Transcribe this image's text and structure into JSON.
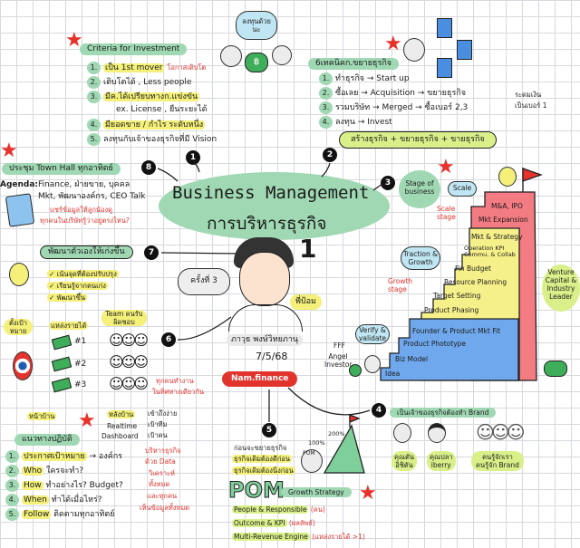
{
  "title": {
    "en": "Business Management",
    "th": "การบริหารธุรกิจ",
    "episode_big": "1"
  },
  "speaker": {
    "bubble": "ครั้งที่ 3",
    "nickname": "พี่ป้อม",
    "name": "ภาวุธ พงษ์วิทยภานุ",
    "date": "7/5/68",
    "brand": "Nam.finance"
  },
  "invest_bubble": "ลงทุนด้วยนะ",
  "criteria": {
    "title": "Criteria for Investment",
    "items": [
      {
        "n": "1.",
        "text": "เป็น 1st mover",
        "note": "โอกาสเติบโต"
      },
      {
        "n": "2.",
        "text": "เติบโตได้ , Less people"
      },
      {
        "n": "3.",
        "text": "มีค.ได้เปรียบทางก.แข่งขัน",
        "sub": "ex. License , ยืนระยะได้"
      },
      {
        "n": "4.",
        "text": "มียอดขาย / กำไร ระดับหนึ่ง"
      },
      {
        "n": "5.",
        "text": "ลงทุนกับเจ้าของธุรกิจที่มี Vision"
      }
    ]
  },
  "expand": {
    "title": "6เทคนิคก.ขยายธุรกิจ",
    "items": [
      {
        "n": "1.",
        "text": "ทำธุรกิจ → Start up"
      },
      {
        "n": "2.",
        "text": "ซื้อเลย → Acquisition → ขยายธุรกิจ"
      },
      {
        "n": "3.",
        "text": "รวมบริษัท → Merged → ซื้อเบอร์ 2,3"
      },
      {
        "n": "4.",
        "text": "ลงทุน → Invest"
      }
    ],
    "side": [
      "ระดมเงิน",
      "เป็นเบอร์ 1"
    ],
    "summary": "สร้างธุรกิจ + ขยายธุรกิจ + ขายธุรกิจ"
  },
  "townhall": {
    "title": "ประชุม Town Hall ทุกอาทิตย์",
    "agenda_label": "Agenda:",
    "agenda": [
      "Finance, ฝ่ายขาย, บุคคล",
      "Mkt, พัฒนาองค์กร, CEO Talk"
    ],
    "red": [
      "แชร์ข้อมูลให้ลูกน้องดู",
      "ทุกคนในบริษัทรู้ว่าอยู่ตรงไหน?"
    ]
  },
  "develop": {
    "title": "พัฒนาตัวเองให้เก่งขึ้น",
    "items": [
      "✓ เน้นจุดที่ต้องปรับปรุง",
      "✓ เรียนรู้จากคนเก่ง",
      "✓ พัฒนาขึ้น"
    ]
  },
  "stages": {
    "title": "Stage of business",
    "scale": "Scale",
    "scale_stage": "Scale stage",
    "traction": "Traction & Growth",
    "growth_stage": "Growth stage",
    "verify": "Verify & validate",
    "fff": "FFF",
    "angel": "Angel Investor",
    "vc": "Venture Capital & Industry Leader",
    "blue": [
      "Founder & Product Mkt Fit",
      "Product Phototype",
      "Biz Model",
      "Idea"
    ],
    "yellow": [
      "Mkt & Strategy",
      "Operation KPI Commu. & Collab",
      "Fin Budget",
      "Resource Planning",
      "Target Setting",
      "Product Phasing"
    ],
    "red": [
      "M&A, IPO",
      "Mkt Expansion"
    ]
  },
  "goals": {
    "target": "ตั้งเป้าหมาย",
    "revenue": "แหล่งรายได้",
    "team": "Team คนรับผิดชอบ",
    "rows": [
      "#1",
      "#2",
      "#3"
    ],
    "red": [
      "ทุกคนทำงาน",
      "ในทิศทางเดียวกัน"
    ],
    "front": "หน้าบ้าน",
    "back": "หลังบ้าน",
    "dashboard": [
      "Realtime",
      "Dashboard"
    ],
    "access": [
      "เข้าถึงง่าย",
      "เป้าทีม",
      "เป้าคน"
    ]
  },
  "practice": {
    "title": "แนวทางปฏิบัติ",
    "items": [
      {
        "n": "1.",
        "key": "ประกาศเป้าหมาย",
        "rest": "→ องค์กร"
      },
      {
        "n": "2.",
        "key": "Who",
        "rest": "ใครจะทำ?"
      },
      {
        "n": "3.",
        "key": "How",
        "rest": "ทำอย่างไร? Budget?"
      },
      {
        "n": "4.",
        "key": "When",
        "rest": "ทำได้เมื่อไหร่?"
      },
      {
        "n": "5.",
        "key": "Follow",
        "rest": "ติดตามทุกอาทิตย์"
      }
    ],
    "red": [
      "บริหารธุรกิจ",
      "ด้วย Data",
      "วิเคราะห์",
      "ทั้งหมด",
      "และทุกคน",
      "เห็นข้อมูลทั้งหมด"
    ]
  },
  "pom": {
    "before": [
      "ก่อนจะขยายธุรกิจ",
      "ธุรกิจเดิมต้องดีก่อน",
      "ธุรกิจเดิมต้องนิ่งก่อน"
    ],
    "pct": [
      "100%",
      "200%"
    ],
    "hat": "POM",
    "big": "POM",
    "strategy": "Growth Strategy",
    "items": [
      {
        "k": "People & Responsible",
        "r": "(คน)"
      },
      {
        "k": "Outcome & KPI",
        "r": "(ผลลัพธ์)"
      },
      {
        "k": "Multi-Revenue Engine",
        "r": "(แหล่งรายได้ >1)"
      }
    ]
  },
  "brand": {
    "title": "เป็นเจ้าของธุรกิจต้องทำ Brand",
    "people": [
      [
        "คุณตัน",
        "อิชิตัน"
      ],
      [
        "คุณปลา",
        "iberry"
      ],
      [
        "คนรู้จักเรา",
        "คนรู้จัก Brand"
      ]
    ]
  },
  "nodes": [
    "1",
    "2",
    "3",
    "4",
    "5",
    "6",
    "7",
    "8"
  ]
}
